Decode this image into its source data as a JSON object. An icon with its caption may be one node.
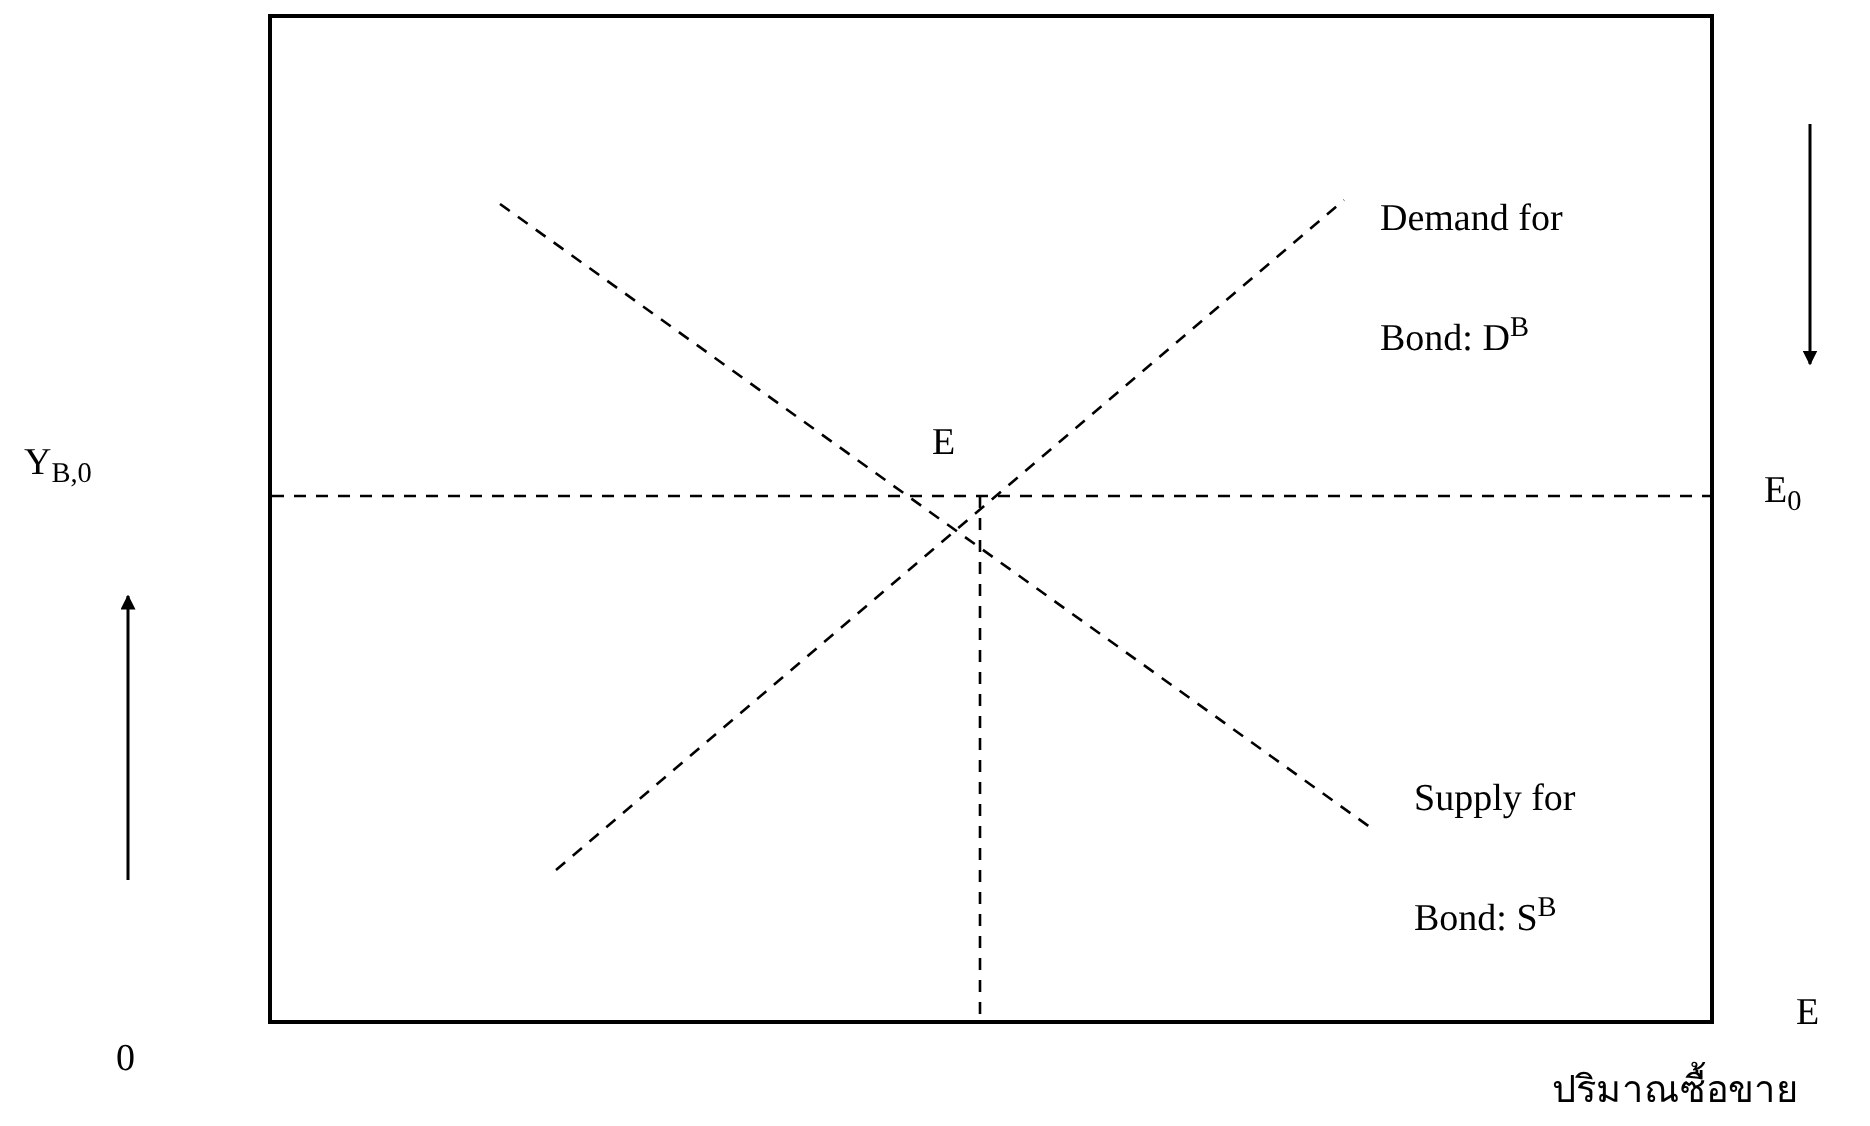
{
  "diagram": {
    "labels": [
      "Demand for Bond: D$^{B}$",
      "E",
      "Y$_{B,0}$",
      "E$_{0}$",
      "Supply for Bond: S$^{B}$",
      "0",
      "E",
      "ปริมาณซื้อขาย"
    ]
  }
}
